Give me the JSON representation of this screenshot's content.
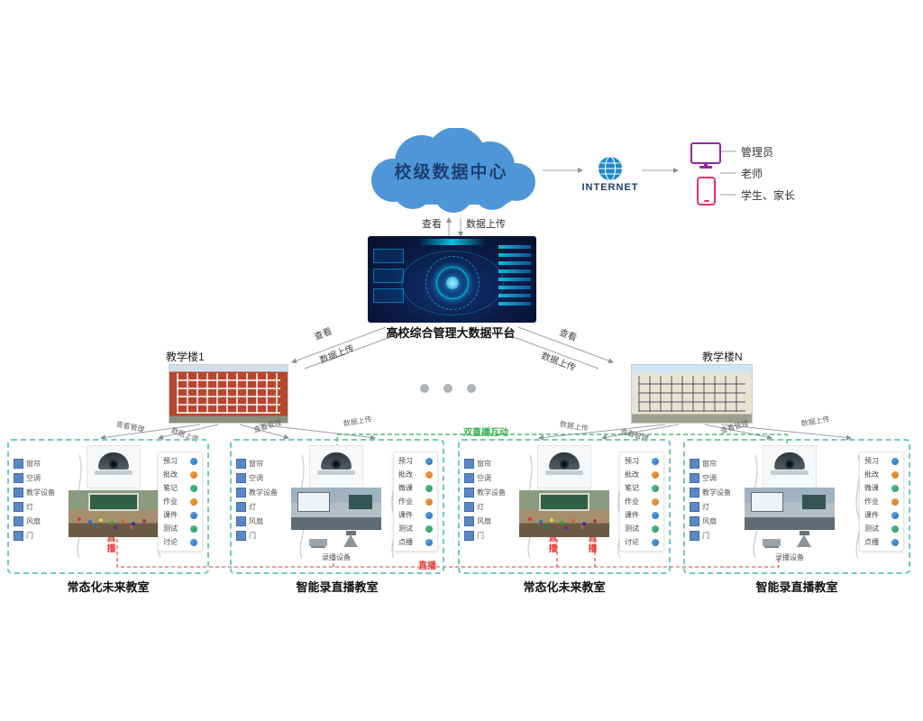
{
  "colors": {
    "cloud": "#4e96d8",
    "internet": "#1e88c8",
    "monitor_icon": "#9127a3",
    "phone_icon": "#e0336e",
    "cluster_border": "#6fc9c6",
    "live_red": "#e53935",
    "dual_green": "#2eb24c"
  },
  "top": {
    "cloud_label": "校级数据中心",
    "internet_label": "INTERNET",
    "users": [
      "管理员",
      "老师",
      "学生、家长"
    ]
  },
  "links": {
    "view": "查看",
    "upload": "数据上传",
    "view_manage": "查看管理",
    "dual_live": "双直播互动",
    "live": "直播"
  },
  "platform": {
    "label": "高校综合管理大数据平台"
  },
  "buildings": [
    "教学楼1",
    "教学楼N"
  ],
  "classrooms": [
    {
      "type": "future",
      "label": "常态化未来教室",
      "devices": [
        "窗帘",
        "空调",
        "教学设备",
        "灯",
        "风扇",
        "门"
      ],
      "functions": [
        "预习",
        "批改",
        "笔记",
        "作业",
        "课件",
        "测试",
        "讨论"
      ]
    },
    {
      "type": "recording",
      "label": "智能录直播教室",
      "devices": [
        "窗帘",
        "空调",
        "教学设备",
        "灯",
        "风扇",
        "门"
      ],
      "functions": [
        "预习",
        "批改",
        "微课",
        "作业",
        "课件",
        "测试",
        "点播"
      ],
      "equipment_label": "录播设备"
    },
    {
      "type": "future",
      "label": "常态化未来教室",
      "devices": [
        "窗帘",
        "空调",
        "教学设备",
        "灯",
        "风扇",
        "门"
      ],
      "functions": [
        "预习",
        "批改",
        "笔记",
        "作业",
        "课件",
        "测试",
        "讨论"
      ]
    },
    {
      "type": "recording",
      "label": "智能录直播教室",
      "devices": [
        "窗帘",
        "空调",
        "教学设备",
        "灯",
        "风扇",
        "门"
      ],
      "functions": [
        "预习",
        "批改",
        "微课",
        "作业",
        "课件",
        "测试",
        "点播"
      ],
      "equipment_label": "录播设备"
    }
  ]
}
